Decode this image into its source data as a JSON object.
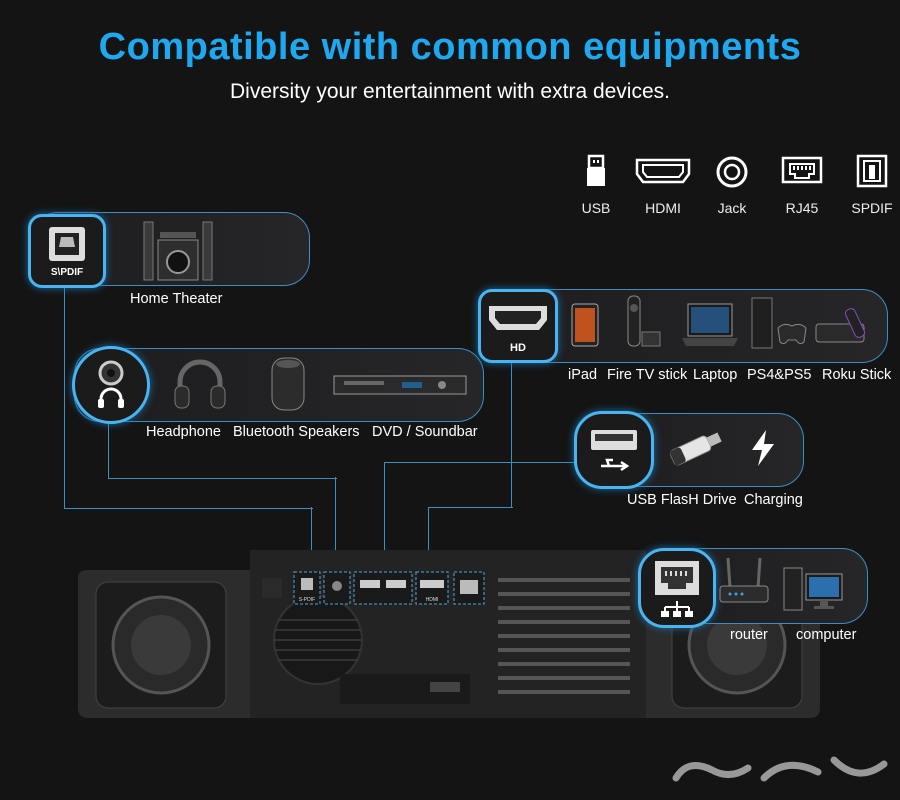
{
  "header": {
    "title": "Compatible with common equipments",
    "subtitle": "Diversity your entertainment with extra devices."
  },
  "port_legend": [
    {
      "label": "USB",
      "icon": "usb-port-icon"
    },
    {
      "label": "HDMI",
      "icon": "hdmi-port-icon"
    },
    {
      "label": "Jack",
      "icon": "audio-jack-icon"
    },
    {
      "label": "RJ45",
      "icon": "rj45-port-icon"
    },
    {
      "label": "SPDIF",
      "icon": "spdif-port-icon"
    }
  ],
  "spdif_panel": {
    "port_text": "S\\PDIF",
    "devices": [
      "Home Theater"
    ]
  },
  "jack_panel": {
    "devices": [
      "Headphone",
      "Bluetooth Speakers",
      "DVD / Soundbar"
    ]
  },
  "hdmi_panel": {
    "port_text": "HD",
    "devices": [
      "iPad",
      "Fire TV stick",
      "Laptop",
      "PS4&PS5",
      "Roku Stick"
    ]
  },
  "usb_panel": {
    "devices": [
      "USB FlasH Drive",
      "Charging"
    ]
  },
  "rj45_panel": {
    "devices": [
      "router",
      "computer"
    ]
  },
  "projector_ports": [
    "S-PDIF",
    "HDMI"
  ],
  "colors": {
    "accent": "#1ea8f0",
    "panel_border": "#3b8fc4",
    "background": "#141414"
  }
}
